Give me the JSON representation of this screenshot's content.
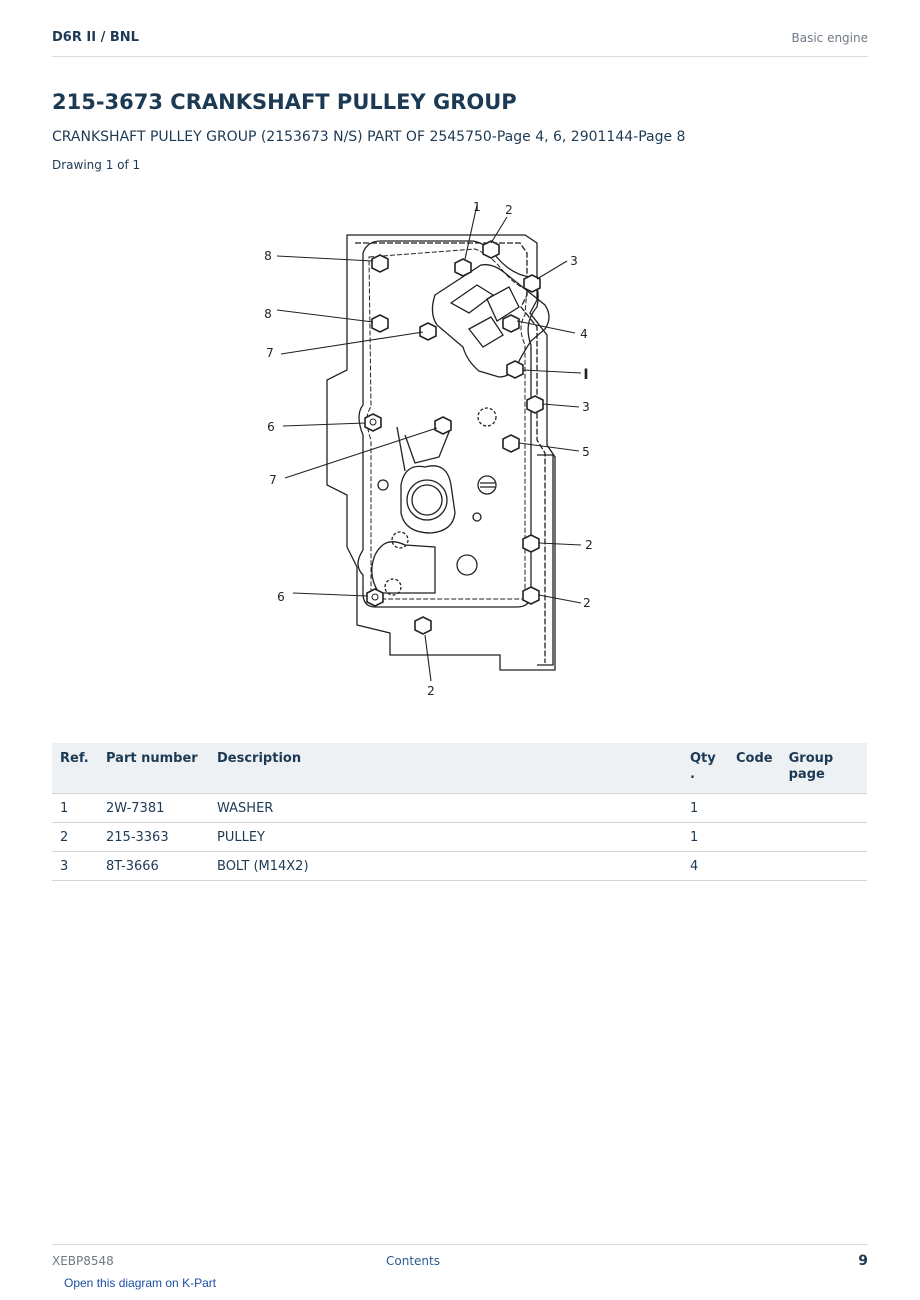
{
  "header": {
    "breadcrumb": "D6R II  /  BNL",
    "section": "Basic engine"
  },
  "title": "215-3673 CRANKSHAFT PULLEY GROUP",
  "subtitle": "CRANKSHAFT PULLEY GROUP (2153673 N/S) PART OF 2545750-Page 4, 6, 2901144-Page 8",
  "drawing_note": "Drawing 1 of 1",
  "diagram": {
    "callouts": [
      "1",
      "2",
      "3",
      "8",
      "8",
      "4",
      "7",
      "I",
      "3",
      "6",
      "5",
      "7",
      "2",
      "6",
      "2",
      "2"
    ]
  },
  "table": {
    "headers": {
      "ref": "Ref.",
      "part_number": "Part number",
      "description": "Description",
      "qty_line1": "Qty",
      "qty_line2": ".",
      "code": "Code",
      "group_page_line1": "Group",
      "group_page_line2": "page"
    },
    "rows": [
      {
        "ref": "1",
        "part_number": "2W-7381",
        "description": "WASHER",
        "qty": "1",
        "code": "",
        "group_page": ""
      },
      {
        "ref": "2",
        "part_number": "215-3363",
        "description": "PULLEY",
        "qty": "1",
        "code": "",
        "group_page": ""
      },
      {
        "ref": "3",
        "part_number": "8T-3666",
        "description": "BOLT (M14X2)",
        "qty": "4",
        "code": "",
        "group_page": ""
      }
    ]
  },
  "footer": {
    "doc_id": "XEBP8548",
    "contents_link": "Contents",
    "page_number": "9",
    "kpart_link": "Open this diagram on K-Part"
  }
}
